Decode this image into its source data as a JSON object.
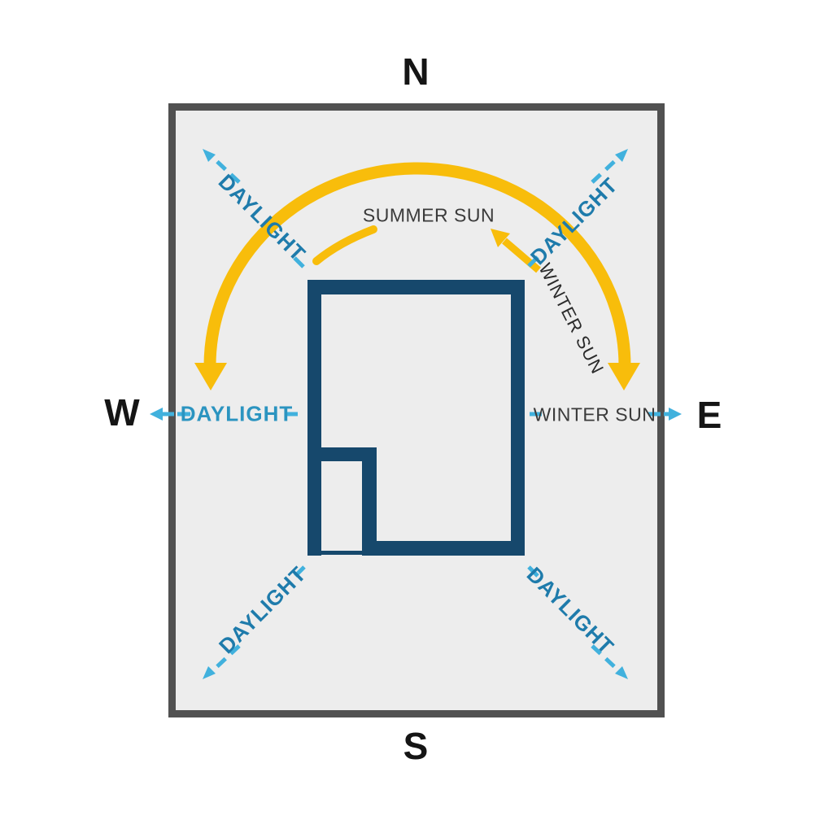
{
  "diagram": {
    "type": "sun-path-building-orientation-diagram",
    "compass": {
      "north": "N",
      "east": "E",
      "south": "S",
      "west": "W"
    },
    "sun_labels": {
      "summer_sun": "SUMMER SUN",
      "winter_sun_arc": "WINTER SUN",
      "winter_sun_east": "WINTER SUN"
    },
    "daylight_labels": {
      "top_left": "DAYLIGHT",
      "top_right": "DAYLIGHT",
      "west": "DAYLIGHT",
      "bottom_left": "DAYLIGHT",
      "bottom_right": "DAYLIGHT"
    },
    "colors": {
      "sun_path_yellow": "#F8BD0B",
      "building_navy": "#16486C",
      "daylight_arrow_blue": "#41B1DD",
      "daylight_text_blue": "#1E7BAB",
      "daylight_text_teal": "#2B94C0",
      "site_border_gray": "#515151",
      "site_fill_gray": "#EDEDED",
      "compass_text": "#151515",
      "sun_text": "#3A3A3A"
    }
  }
}
